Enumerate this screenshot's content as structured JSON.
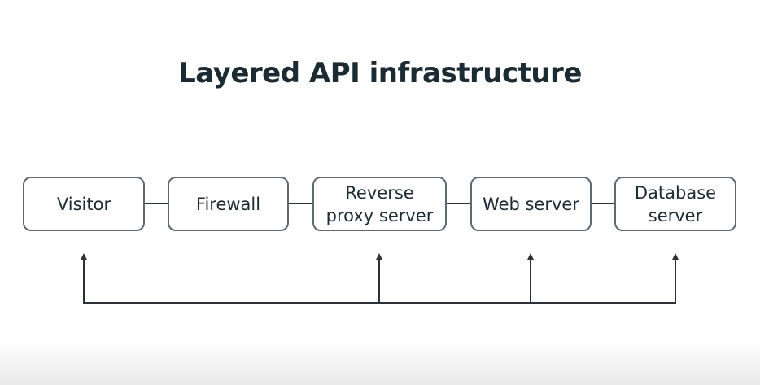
{
  "title": "Layered API infrastructure",
  "nodes": [
    {
      "id": "visitor",
      "label": "Visitor"
    },
    {
      "id": "firewall",
      "label": "Firewall"
    },
    {
      "id": "reverse-proxy",
      "label": "Reverse\nproxy server"
    },
    {
      "id": "web-server",
      "label": "Web server"
    },
    {
      "id": "database",
      "label": "Database\nserver"
    }
  ],
  "colors": {
    "text": "#1c2b33",
    "border": "#5e6a71",
    "line": "#2b3338"
  }
}
